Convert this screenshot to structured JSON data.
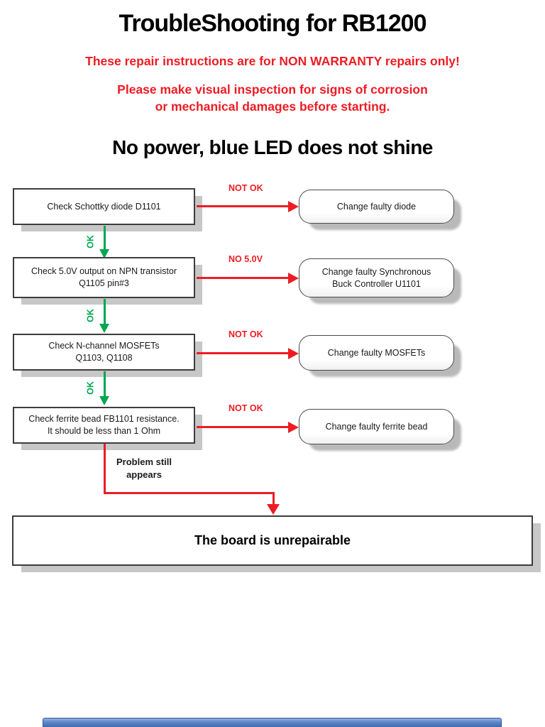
{
  "doc": {
    "title": "TroubleShooting for RB1200",
    "warning1": "These repair instructions are for NON WARRANTY repairs only!",
    "warning2_line1": "Please make visual inspection for signs of corrosion",
    "warning2_line2": "or mechanical damages before starting.",
    "section_heading": "No power, blue LED does not shine"
  },
  "flowchart": {
    "ok_label": "OK",
    "rows": [
      {
        "check_line1": "Check Schottky diode D1101",
        "check_line2": "",
        "branch_label": "NOT OK",
        "action_line1": "Change faulty diode",
        "action_line2": ""
      },
      {
        "check_line1": "Check 5.0V output on NPN transistor",
        "check_line2": "Q1105 pin#3",
        "branch_label": "NO 5.0V",
        "action_line1": "Change faulty Synchronous",
        "action_line2": "Buck Controller U1101"
      },
      {
        "check_line1": "Check N-channel MOSFETs",
        "check_line2": "Q1103, Q1108",
        "branch_label": "NOT OK",
        "action_line1": "Change faulty MOSFETs",
        "action_line2": ""
      },
      {
        "check_line1": "Check ferrite bead FB1101 resistance.",
        "check_line2": "It should be less than 1 Ohm",
        "branch_label": "NOT OK",
        "action_line1": "Change faulty ferrite bead",
        "action_line2": ""
      }
    ],
    "fail_note_line1": "Problem still",
    "fail_note_line2": "appears",
    "terminal_label": "The board is unrepairable"
  },
  "colors": {
    "warning_red": "#ED1C24",
    "ok_green": "#00A651",
    "box_border": "#3C3C3C",
    "shadow_gray": "#C7C7C7",
    "bottom_bar_blue": "#4A77BA"
  }
}
